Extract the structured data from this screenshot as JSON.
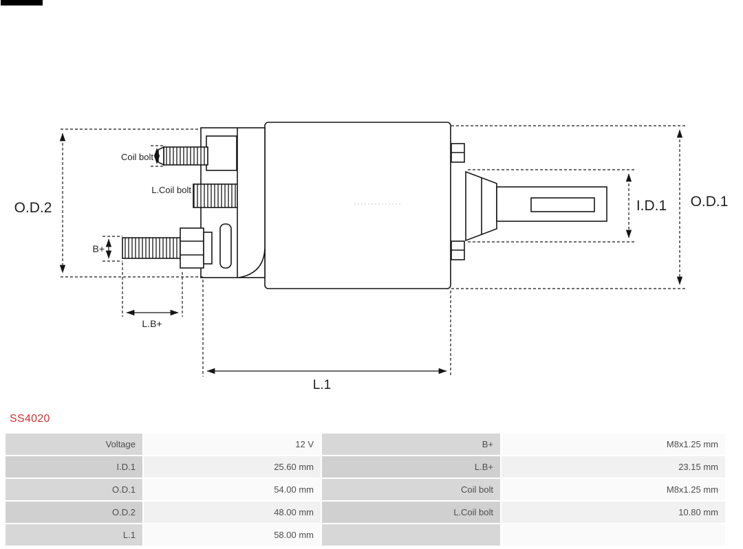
{
  "part": {
    "number": "SS4020"
  },
  "colors": {
    "part_number": "#cc3333",
    "drawing_line": "#151515",
    "table_label_bg": "#d7d7d7",
    "table_value_bg": "#fafafa"
  },
  "diagram": {
    "labels": {
      "od2": "O.D.2",
      "od1": "O.D.1",
      "id1": "I.D.1",
      "l1": "L.1",
      "lb_plus": "L.B+",
      "coil_bolt": "Coil bolt",
      "l_coil_bolt": "L.Coil bolt",
      "b_plus": "B+"
    }
  },
  "table": {
    "rows": [
      [
        "Voltage",
        "12 V",
        "B+",
        "M8x1.25 mm"
      ],
      [
        "I.D.1",
        "25.60 mm",
        "L.B+",
        "23.15 mm"
      ],
      [
        "O.D.1",
        "54.00 mm",
        "Coil bolt",
        "M8x1.25 mm"
      ],
      [
        "O.D.2",
        "48.00 mm",
        "L.Coil bolt",
        "10.80 mm"
      ],
      [
        "L.1",
        "58.00 mm",
        "",
        ""
      ]
    ]
  }
}
